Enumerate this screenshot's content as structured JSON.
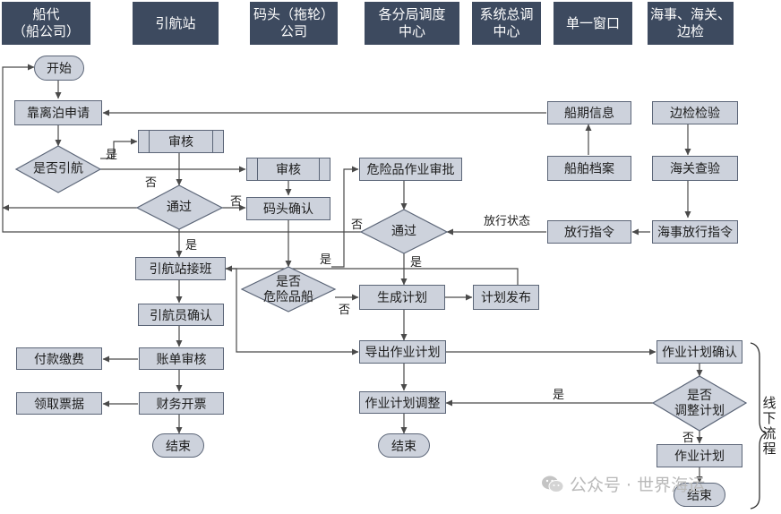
{
  "headers": {
    "shipping_agent": "船代\n（船公司）",
    "pilot_station": "引航站",
    "terminal": "码头（拖轮）\n公司",
    "branch_dispatch": "各分局调度\n中心",
    "system_dispatch": "系统总调\n中心",
    "single_window": "单一窗口",
    "maritime_customs": "海事、海关、\n边检"
  },
  "nodes": {
    "start": "开始",
    "berth_request": "靠离泊申请",
    "need_pilot": "是否引航",
    "review_pilot": "审核",
    "review_terminal": "审核",
    "pass_left": "通过",
    "terminal_confirm": "码头确认",
    "hazmat_approval": "危险品作业审批",
    "pass_right": "通过",
    "pilot_shift": "引航站接班",
    "is_hazmat_ship": "是否\n危险品船",
    "generate_plan": "生成计划",
    "publish_plan": "计划发布",
    "pilot_confirm": "引航员确认",
    "bill_review": "账单审核",
    "payment": "付款缴费",
    "get_receipt": "领取票据",
    "finance_invoice": "财务开票",
    "end_left": "结束",
    "export_plan": "导出作业计划",
    "adjust_plan": "作业计划调整",
    "end_mid": "结束",
    "plan_confirm": "作业计划确认",
    "need_adjust": "是否\n调整计划",
    "work_plan": "作业计划",
    "end_right": "结束",
    "ship_schedule": "船期信息",
    "ship_archive": "船舶档案",
    "release_order": "放行指令",
    "border_check": "边检检验",
    "customs_check": "海关查验",
    "maritime_release": "海事放行指令"
  },
  "labels": {
    "yes_1": "是",
    "no_1": "否",
    "no_2": "否",
    "yes_2": "是",
    "no_3": "否",
    "yes_3": "是",
    "yes_4": "是",
    "no_4": "否",
    "release_status": "放行状态",
    "yes_5": "是",
    "no_5": "否",
    "offline_flow": "线下流程"
  },
  "watermark": "公众号 · 世界海运",
  "colors": {
    "header_bg": "#3d4a5f",
    "box_fill": "#cdd2dc",
    "box_border": "#5b6577",
    "line": "#4a4a4a"
  }
}
